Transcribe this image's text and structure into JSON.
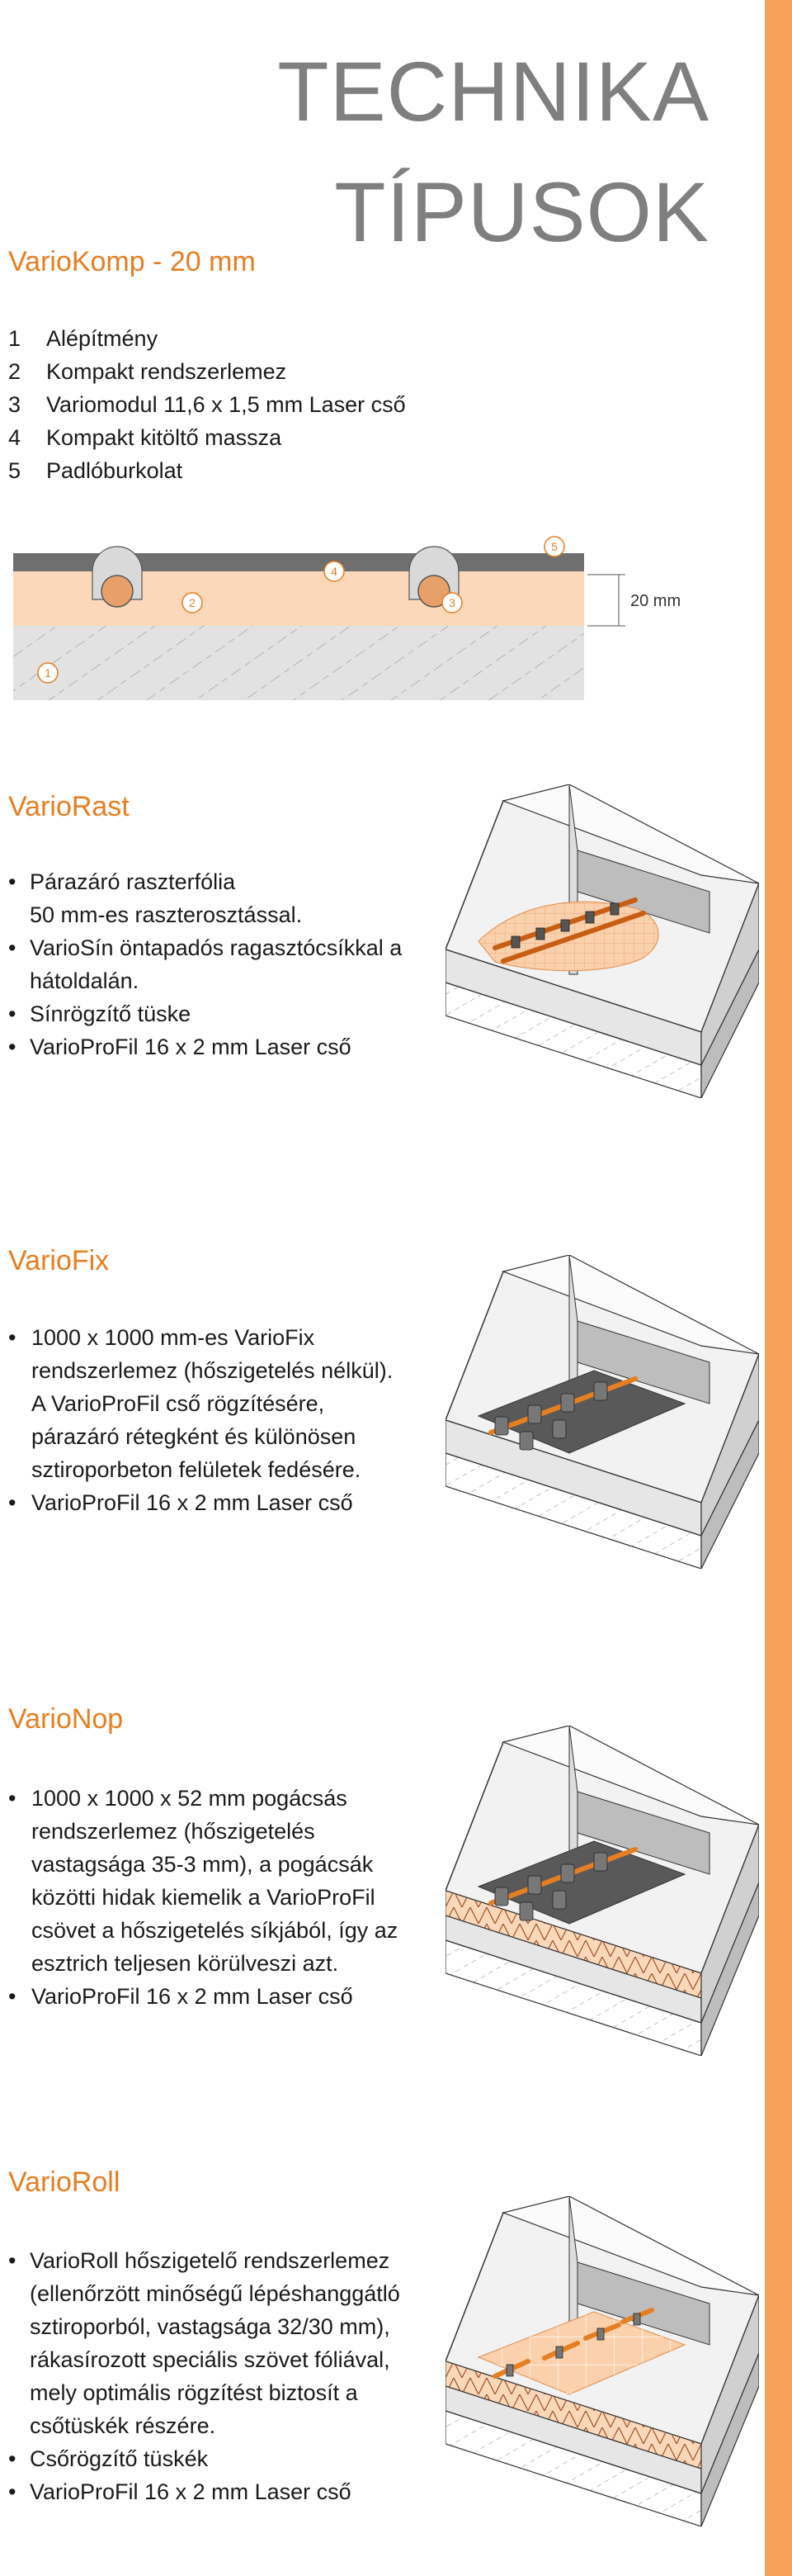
{
  "title": {
    "line1": "TECHNIKA",
    "line2": "TÍPUSOK"
  },
  "variokomp": {
    "heading": "VarioKomp - 20 mm",
    "items": [
      {
        "num": "1",
        "text": "Alépítmény"
      },
      {
        "num": "2",
        "text": "Kompakt rendszerlemez"
      },
      {
        "num": "3",
        "text": "Variomodul 11,6 x 1,5 mm Laser cső"
      },
      {
        "num": "4",
        "text": "Kompakt kitöltő massza"
      },
      {
        "num": "5",
        "text": "Padlóburkolat"
      }
    ],
    "diagram": {
      "dimension_label": "20 mm",
      "markers": [
        "1",
        "2",
        "3",
        "4",
        "5"
      ]
    }
  },
  "variorast": {
    "heading": "VarioRast",
    "bullets": [
      "Párazáró raszterfólia\n50 mm-es raszterosztással.",
      "VarioSín öntapadós ragasztócsíkkal a\nhátoldalán.",
      "Sínrögzítő tüske",
      "VarioProFil 16 x 2 mm Laser cső"
    ]
  },
  "variofix": {
    "heading": "VarioFix",
    "bullets": [
      "1000 x 1000 mm-es VarioFix\nrendszerlemez (hőszigetelés nélkül).\nA VarioProFil cső rögzítésére,\npárazáró rétegként és különösen\nsztiroporbeton felületek fedésére.",
      "VarioProFil 16 x 2 mm Laser cső"
    ]
  },
  "varionop": {
    "heading": "VarioNop",
    "bullets": [
      "1000 x 1000 x 52 mm pogácsás\nrendszerlemez (hőszigetelés\nvastagsága 35-3 mm), a pogácsák\nközötti hidak kiemelik a VarioProFil\ncsövet a hőszigetelés síkjából, így az\nesztrich teljesen körülveszi azt.",
      "VarioProFil 16 x 2 mm Laser cső"
    ]
  },
  "varioroll": {
    "heading": "VarioRoll",
    "bullets": [
      "VarioRoll hőszigetelő rendszerlemez\n(ellenőrzött minőségű lépéshanggátló\nsztiroporból, vastagsága 32/30 mm),\nrákasírozott speciális szövet fóliával,\nmely optimális rögzítést biztosít a\ncsőtüskék részére.",
      "Csőrögzítő tüskék",
      "VarioProFil 16 x 2 mm Laser cső"
    ]
  },
  "colors": {
    "accent": "#e67e22",
    "side_bar": "#f7a25a",
    "title_grey": "#7f7f7f"
  }
}
